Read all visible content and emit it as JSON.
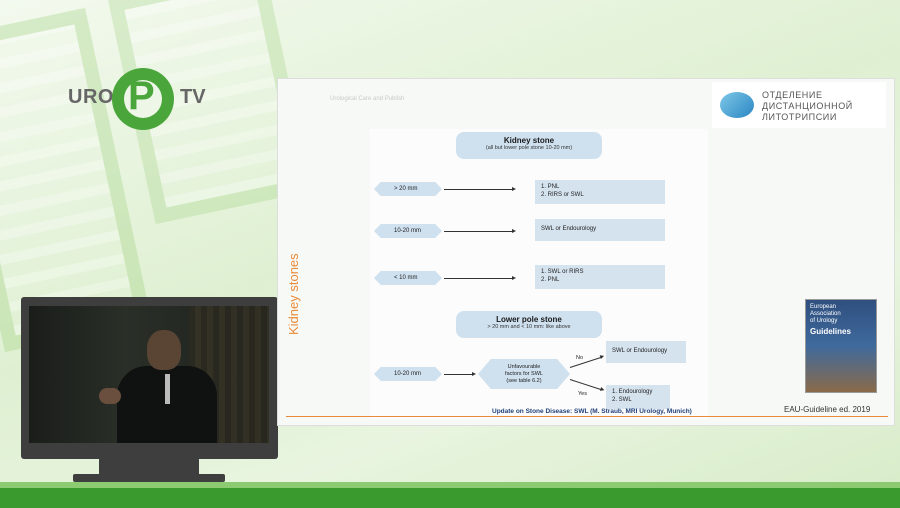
{
  "branding": {
    "uro": "URO",
    "tv": "TV",
    "glyph": "P"
  },
  "slide": {
    "header_text": "Urological Care and Publish",
    "side_title": "Kidney stones",
    "dept_logo_lines": [
      "ОТДЕЛЕНИЕ",
      "ДИСТАНЦИОННОЙ",
      "ЛИТОТРИПСИИ"
    ],
    "flowchart": {
      "top_box": {
        "title": "Kidney stone",
        "sub": "(all but lower pole stone 10-20 mm)"
      },
      "rows": [
        {
          "size": "> 20 mm",
          "result": [
            "1. PNL",
            "2. RIRS or SWL"
          ]
        },
        {
          "size": "10-20 mm",
          "result": [
            "SWL or Endourology"
          ]
        },
        {
          "size": "< 10 mm",
          "result": [
            "1. SWL or RIRS",
            "2. PNL"
          ]
        }
      ],
      "lower_box": {
        "title": "Lower pole stone",
        "sub": "> 20 mm and < 10 mm: like above"
      },
      "lower_row": {
        "size": "10-20 mm",
        "decision": [
          "Unfavourable",
          "factors for SWL",
          "(see table 6.2)"
        ],
        "no_label": "No",
        "yes_label": "Yes",
        "no_result": [
          "SWL or Endourology"
        ],
        "yes_result": [
          "1. Endourology",
          "2. SWL"
        ]
      }
    },
    "footer_center": "Update on Stone Disease: SWL (M. Straub, MRI Urology, Munich)",
    "footer_right": "EAU-Guideline ed. 2019",
    "cover": {
      "title_lines": [
        "European",
        "Association",
        "of Urology"
      ],
      "guidelines": "Guidelines"
    }
  },
  "icons": {
    "logo": "uro-tv-logo-icon",
    "monitor": "monitor-icon",
    "dept": "crystal-gem-icon"
  },
  "colors": {
    "brand_green": "#4aa63a",
    "accent_orange": "#e98b3a",
    "box_blue": "#cfe0ef",
    "footer_blue": "#1f3f7a"
  }
}
